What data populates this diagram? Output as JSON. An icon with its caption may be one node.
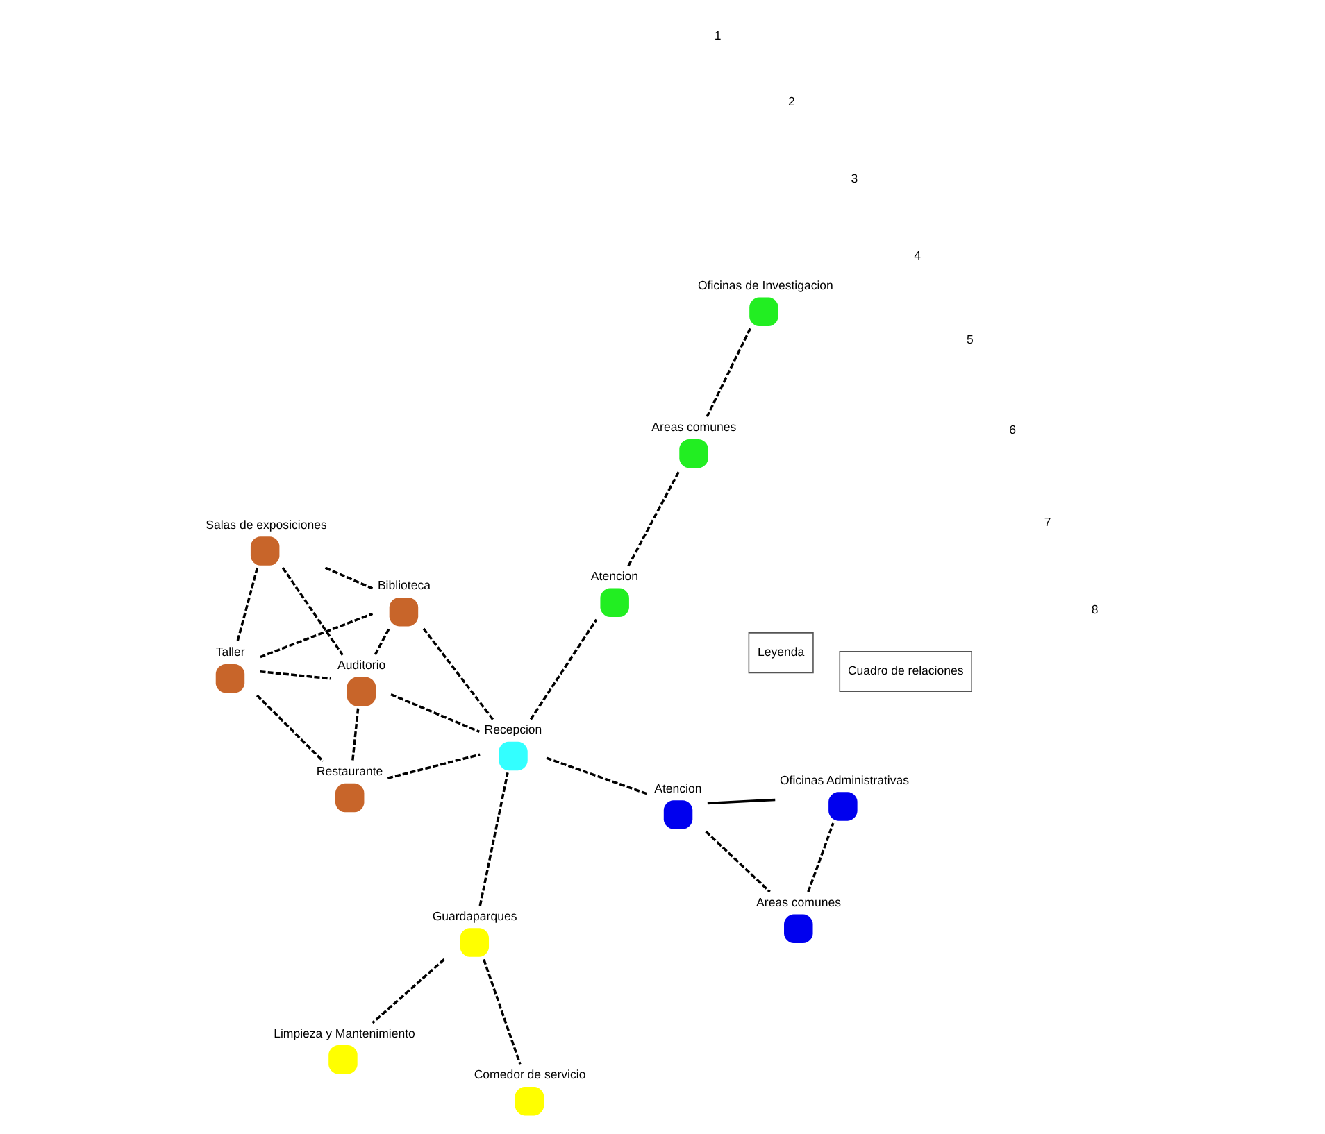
{
  "diagram": {
    "nodes": [
      {
        "text": [
          "Taller"
        ]
      },
      {
        "text": [
          "Salas de exposiciones"
        ]
      },
      {
        "text": [
          "Auditorio"
        ]
      },
      {
        "text": [
          "Biblioteca"
        ]
      },
      {
        "text": [
          "Comedor de servicio"
        ]
      },
      {
        "text": [
          "Restaurante"
        ]
      },
      {
        "text": [
          "Guardaparques"
        ]
      },
      {
        "text": [
          "Recepcion"
        ]
      },
      {
        "text": [
          "Limpieza y Mantenimiento"
        ]
      },
      {
        "text": [
          "Atencion"
        ]
      },
      {
        "text": [
          "Areas comunes"
        ]
      },
      {
        "text": [
          "Oficinas de Investigacion"
        ]
      },
      {
        "text": [
          "Areas comunes"
        ]
      },
      {
        "text": [
          "Atencion"
        ]
      },
      {
        "text": [
          "Oficinas Administrativas"
        ]
      }
    ],
    "edges": [
      {
        "from": 1,
        "to": 0,
        "arrow": "none",
        "style": "dashed"
      },
      {
        "from": 1,
        "to": 2,
        "arrow": "none",
        "style": "dashed"
      },
      {
        "from": 1,
        "to": 3,
        "arrow": "none",
        "style": "dashed"
      },
      {
        "from": 0,
        "to": 2,
        "arrow": "none",
        "style": "dashed"
      },
      {
        "from": 0,
        "to": 3,
        "arrow": "none",
        "style": "dashed"
      },
      {
        "from": 0,
        "to": 5,
        "arrow": "none",
        "style": "dashed"
      },
      {
        "from": 2,
        "to": 3,
        "arrow": "none",
        "style": "dashed"
      },
      {
        "from": 2,
        "to": 5,
        "arrow": "none",
        "style": "dashed"
      },
      {
        "from": 3,
        "to": 7,
        "arrow": "none",
        "style": "dashed"
      },
      {
        "from": 2,
        "to": 7,
        "arrow": "none",
        "style": "dashed"
      },
      {
        "from": 5,
        "to": 7,
        "arrow": "none",
        "style": "dashed"
      },
      {
        "from": 6,
        "to": 4,
        "arrow": "none",
        "style": "dashed"
      },
      {
        "from": 6,
        "to": 7,
        "arrow": "none",
        "style": "dashed"
      },
      {
        "from": 6,
        "to": 8,
        "arrow": "none",
        "style": "dashed"
      },
      {
        "from": 7,
        "to": 9,
        "arrow": "none",
        "style": "dashed"
      },
      {
        "from": 9,
        "to": 10,
        "arrow": "none",
        "style": "dashed"
      },
      {
        "from": 9,
        "to": 14,
        "arrow": "none"
      },
      {
        "from": 10,
        "to": 14,
        "arrow": "none",
        "style": "dashed"
      },
      {
        "from": 7,
        "to": 13,
        "arrow": "none",
        "style": "dashed"
      },
      {
        "from": 11,
        "to": 12,
        "arrow": "none",
        "style": "dashed"
      },
      {
        "from": 13,
        "to": 12,
        "arrow": "none",
        "style": "dashed"
      }
    ],
    "labels": [
      "1",
      "2",
      "3",
      "4",
      "5",
      "6",
      "7",
      "8",
      "Leyenda",
      "Cuadro de relaciones"
    ]
  }
}
